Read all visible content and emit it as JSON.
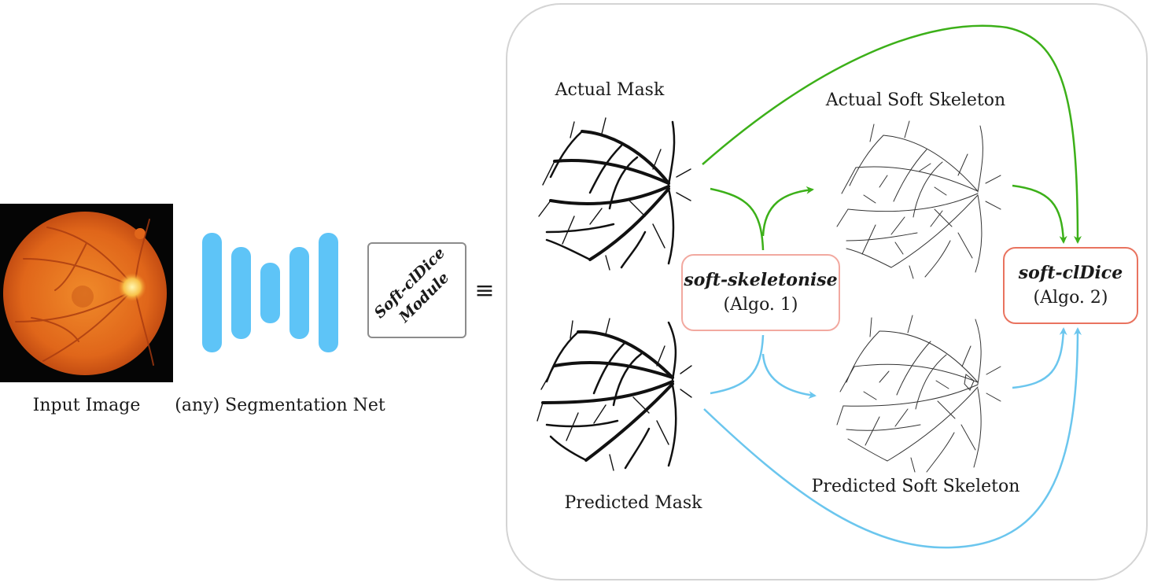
{
  "labels": {
    "input_image": "Input Image",
    "segmentation_net": "(any) Segmentation Net",
    "module_line1": "Soft-clDice",
    "module_line2": "Module",
    "equiv": "≡",
    "actual_mask": "Actual Mask",
    "predicted_mask": "Predicted Mask",
    "actual_skeleton": "Actual Soft Skeleton",
    "predicted_skeleton": "Predicted Soft Skeleton"
  },
  "boxes": {
    "skeletonise": {
      "name": "soft-skeletonise",
      "ref": "(Algo. 1)"
    },
    "cldice": {
      "name": "soft-clDice",
      "ref": "(Algo. 2)"
    }
  },
  "colors": {
    "actual_flow": "#3cb019",
    "predicted_flow": "#6bc6ee",
    "net_bars": "#5ec4f7",
    "skeletonise_border": "#f2a9a0",
    "cldice_border": "#e9735f",
    "panel_border": "#d4d4d4"
  },
  "images": {
    "input": "fundus-photo",
    "actual_mask": "vessel-mask",
    "predicted_mask": "vessel-mask",
    "actual_skeleton": "vessel-skeleton",
    "predicted_skeleton": "vessel-skeleton"
  }
}
